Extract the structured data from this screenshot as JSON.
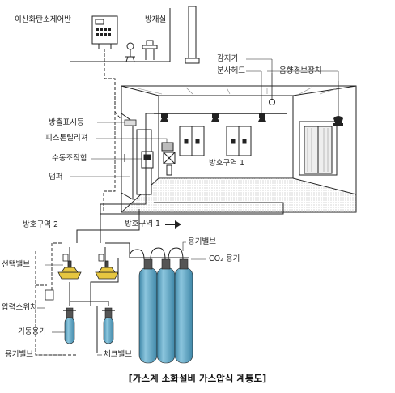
{
  "labels": {
    "control_panel": "이산화탄소제어반",
    "disaster_room": "방재실",
    "detector": "감지기",
    "spray_head": "분사헤드",
    "sound_alarm": "음향경보장치",
    "discharge_indicator": "방출표시등",
    "piston_release": "피스톤릴리져",
    "manual_operator": "수동조작함",
    "damper": "댐퍼",
    "zone1_room": "방호구역 1",
    "zone2": "방호구역 2",
    "zone1_arrow": "방호구역 1",
    "selector_valve": "선택밸브",
    "container_valve_top": "용기밸브",
    "co2_container": "CO₂ 용기",
    "pressure_switch": "압력스위치",
    "starter_container": "기동용기",
    "container_valve_bottom": "용기밸브",
    "check_valve": "체크밸브"
  },
  "caption": "[가스계 소화설비 가스압식 계통도]",
  "colors": {
    "cylinder": "#6fb2cf",
    "cylinder_dark": "#3f87a8",
    "line": "#222222",
    "valve_yellow": "#e6c640"
  }
}
